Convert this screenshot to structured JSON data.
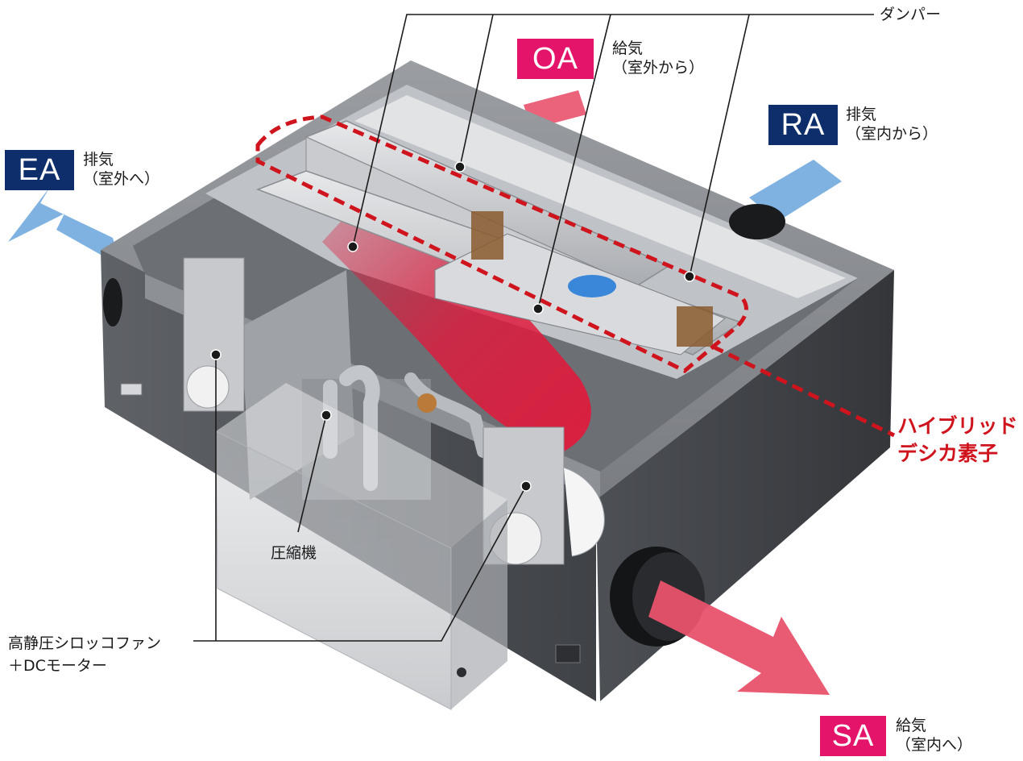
{
  "airflows": {
    "ea": {
      "code": "EA",
      "line1": "排気",
      "line2": "（室外へ）",
      "color": "#0d2e6b"
    },
    "oa": {
      "code": "OA",
      "line1": "給気",
      "line2": "（室外から）",
      "color": "#e5146b"
    },
    "ra": {
      "code": "RA",
      "line1": "排気",
      "line2": "（室内から）",
      "color": "#0d2e6b"
    },
    "sa": {
      "code": "SA",
      "line1": "給気",
      "line2": "（室内へ）",
      "color": "#e5146b"
    }
  },
  "components": {
    "damper": "ダンパー",
    "hybrid_element": [
      "ハイブリッド",
      "デシカ素子"
    ],
    "compressor": "圧縮機",
    "fan": [
      "高静圧シロッコファン",
      "＋DCモーター"
    ]
  },
  "colors": {
    "supply_arrow": "#e8526c",
    "exhaust_arrow": "#7fb2e0",
    "highlight_dash": "#d0141e",
    "cabinet": "#55585d"
  }
}
